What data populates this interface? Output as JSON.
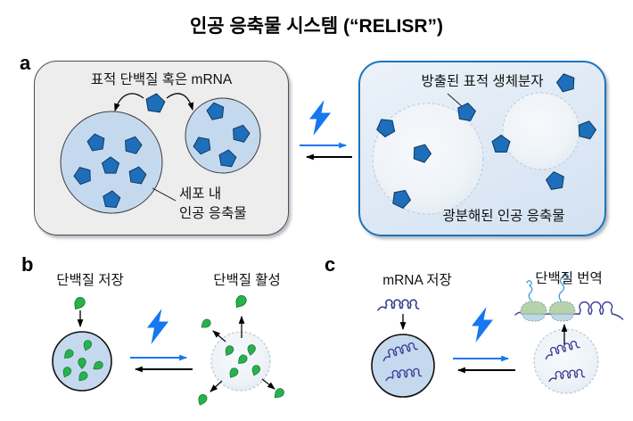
{
  "title": "인공 응축물 시스템 (“RELISR”)",
  "panel_a": {
    "letter": "a",
    "intact_box": {
      "top_label": "표적 단백질 혹은 mRNA",
      "condensate_label_line1": "세포 내",
      "condensate_label_line2": "인공 응축물"
    },
    "degraded_box": {
      "top_label": "방출된 표적 생체분자",
      "bottom_label": "광분해된 인공 응축물"
    }
  },
  "panel_b": {
    "letter": "b",
    "storage_label": "단백질 저장",
    "active_label": "단백질 활성"
  },
  "panel_c": {
    "letter": "c",
    "storage_label": "mRNA 저장",
    "translation_label": "단백질 번역"
  },
  "colors": {
    "biomolecule_pentagon": "#1e6fbb",
    "pentagon_outline": "#10395f",
    "condensate_fill": "#c5d9ee",
    "condensate_outline": "#3c3c3c",
    "degraded_box_border": "#1b75bc",
    "intact_box_fill": "#ededed",
    "lightning_blue": "#1677f0",
    "forward_arrow_blue": "#1677f0",
    "reverse_arrow_black": "#000000",
    "protein_green": "#27b24b",
    "protein_outline": "#156f33",
    "mrna_purple": "#3c3c96",
    "nascent_chain_blue": "#3aa0dc",
    "ribosome_large_subunit_green": "#b5d2aa",
    "ribosome_small_subunit_blue": "#bdd9e8"
  }
}
